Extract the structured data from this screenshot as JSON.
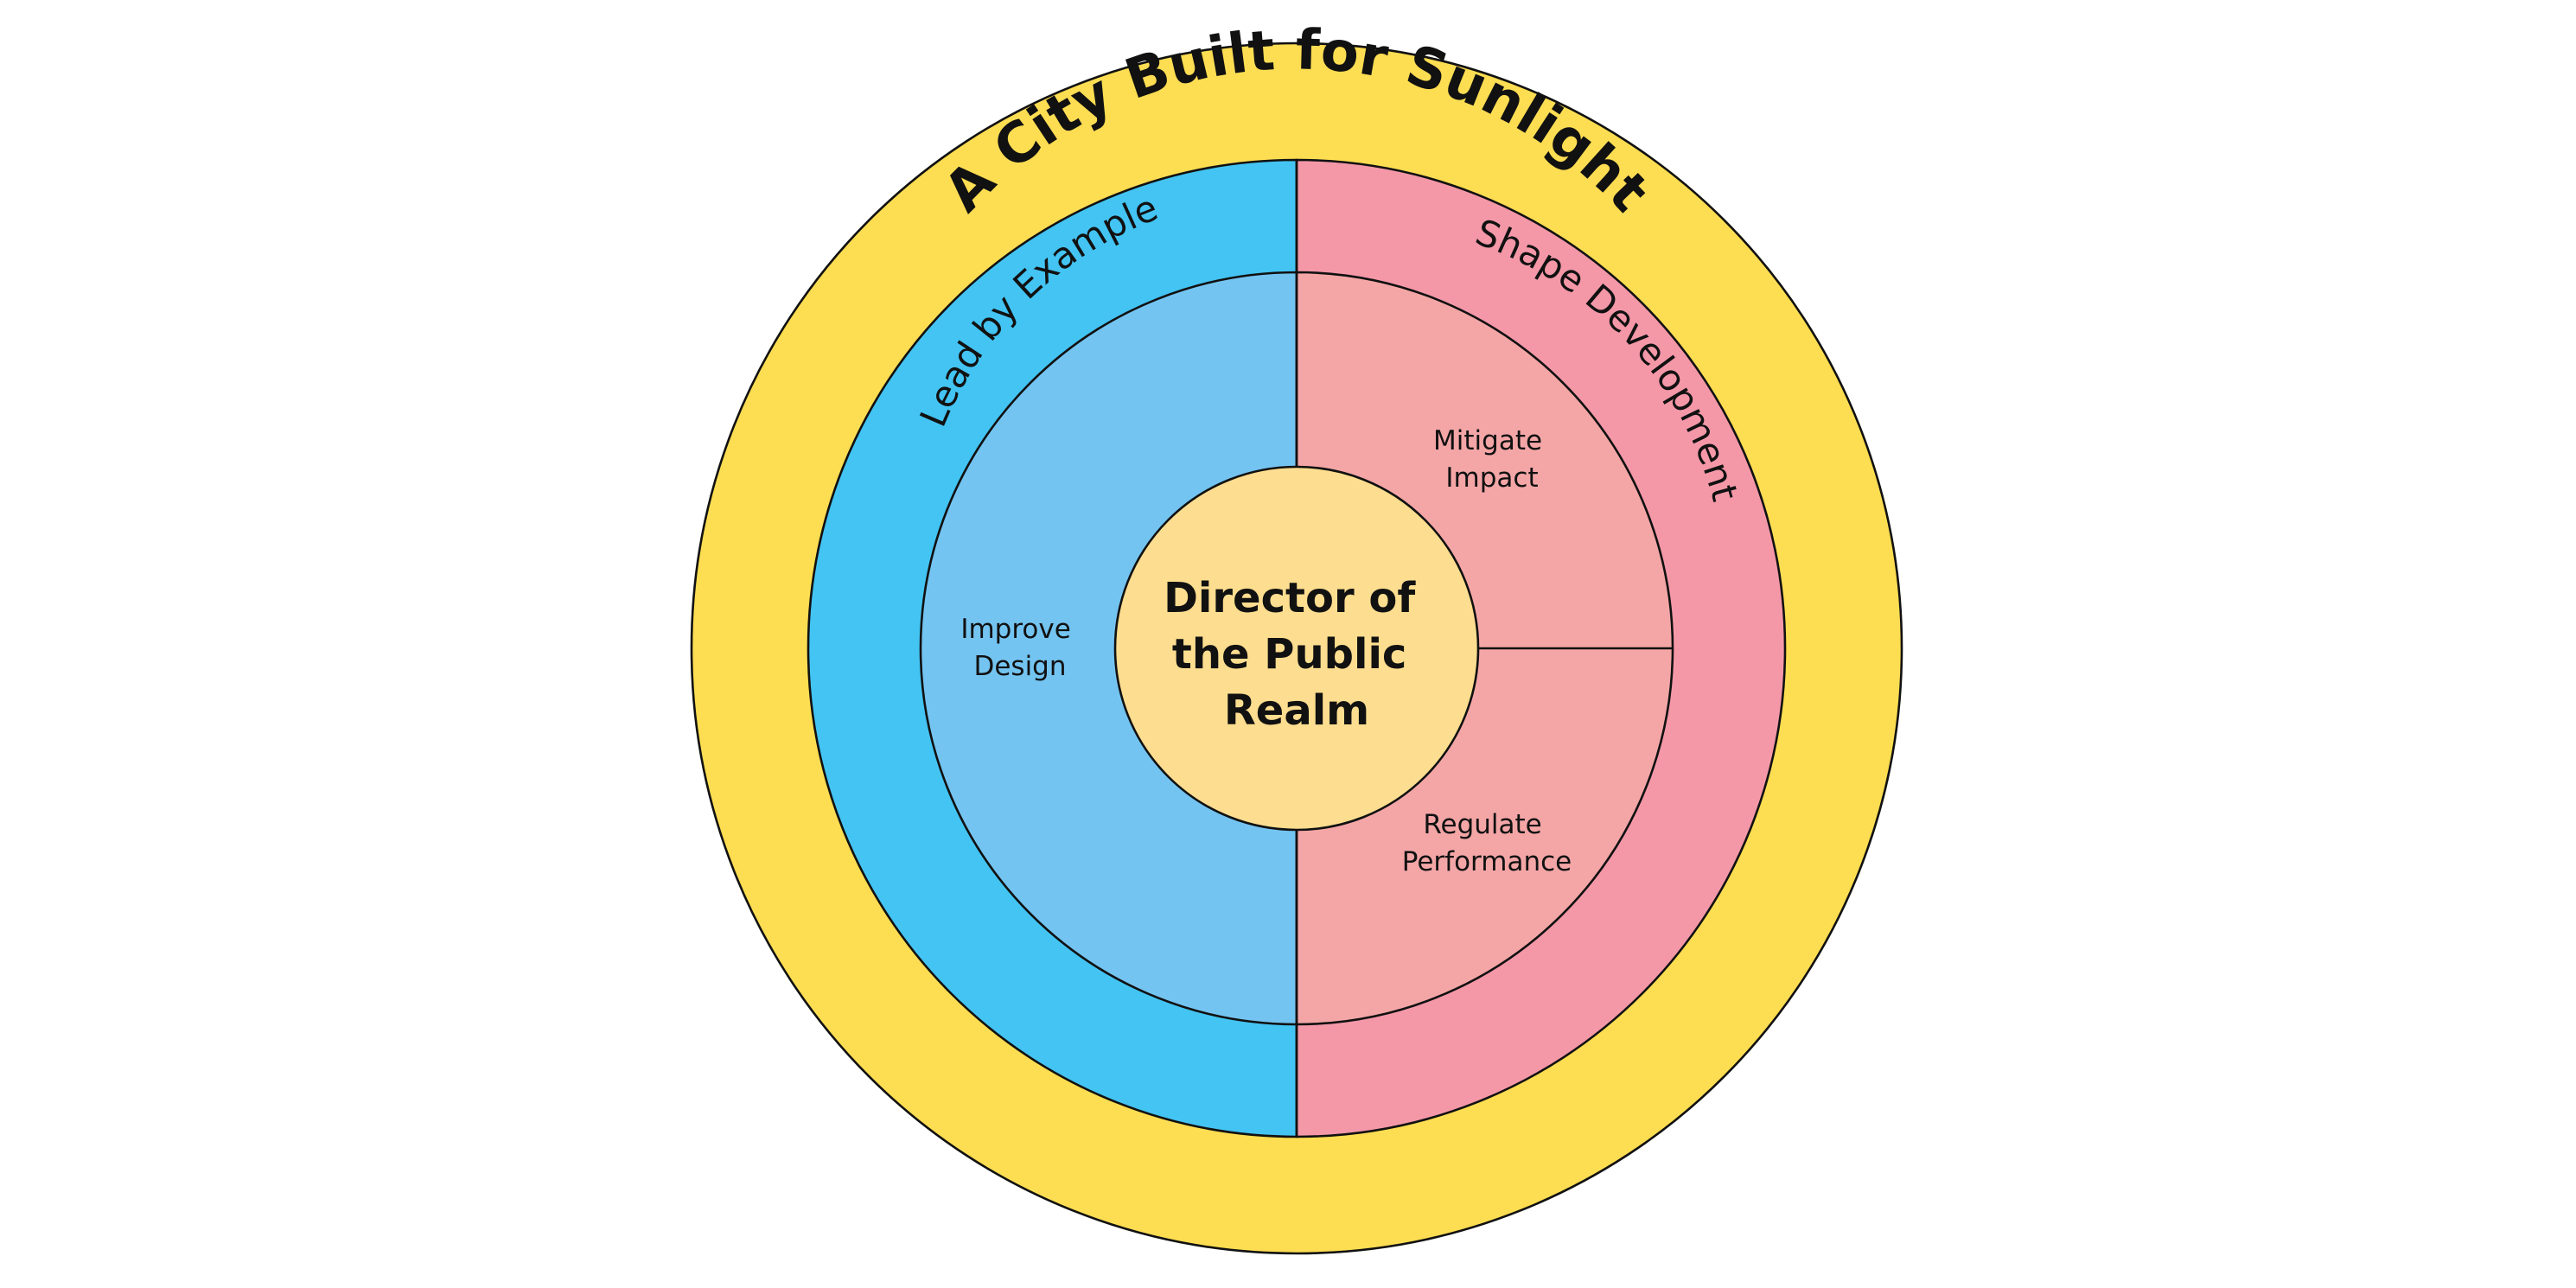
{
  "outer_ring": {
    "title": "A City Built for Sunlight"
  },
  "left_half": {
    "label": "Lead by Example",
    "segment": [
      "Improve",
      "Design"
    ]
  },
  "right_half": {
    "label": "Shape Development",
    "segment_top": [
      "Mitigate",
      "Impact"
    ],
    "segment_bottom": [
      "Regulate",
      "Performance"
    ]
  },
  "center": {
    "lines": [
      "Director of",
      "the Public",
      "Realm"
    ]
  },
  "colors": {
    "outer_ring": "#FDDD52",
    "left_outer": "#43C4F3",
    "left_inner": "#74C4F1",
    "right_outer": "#F498A8",
    "right_inner": "#F4A6A7",
    "center": "#FDDD8F",
    "stroke": "#111111"
  }
}
